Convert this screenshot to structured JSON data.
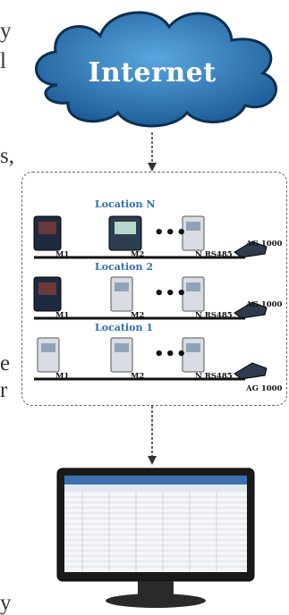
{
  "side_text": [
    "y",
    "l",
    "s,",
    "e",
    "r",
    "y"
  ],
  "cloud": {
    "label": "Internet",
    "color": "#2f7fc0"
  },
  "locations": [
    {
      "title": "Location N",
      "meters": [
        "M1",
        "M2",
        "N RS485"
      ],
      "gateway": "AG 1000",
      "dots": "•••"
    },
    {
      "title": "Location 2",
      "meters": [
        "M1",
        "M2",
        "N RS485"
      ],
      "gateway": "AG 1000",
      "dots": "•••"
    },
    {
      "title": "Location 1",
      "meters": [
        "M1",
        "M2",
        "N RS485"
      ],
      "gateway": "AG 1000",
      "dots": "•••"
    }
  ]
}
